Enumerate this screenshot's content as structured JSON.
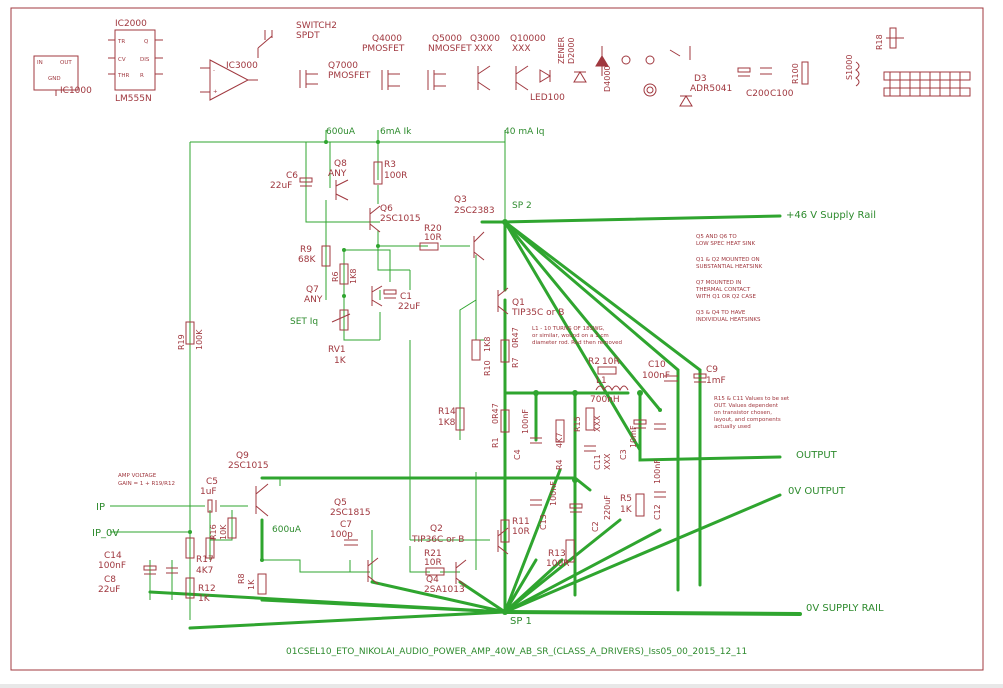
{
  "drawing_title": "01CSEL10_ETO_NIKOLAI_AUDIO_POWER_AMP_40W_AB_SR_(CLASS_A_DRIVERS)_Iss05_00_2015_12_11",
  "library_row": {
    "ic1000": "IC1000",
    "ic2000": "IC2000",
    "lm555": "LM555N",
    "ic3000": "IC3000",
    "switch": "SWITCH2",
    "spdt": "SPDT",
    "q7000": "Q7000",
    "pmosfet1": "PMOSFET",
    "q4000": "Q4000",
    "pmosfet2": "PMOSFET",
    "q5000": "Q5000",
    "nmosfet": "NMOSFET",
    "q3000": "Q3000",
    "q1000": "Q10000",
    "xxx": "XXX",
    "zener": "ZENER",
    "d2000": "D2000",
    "d4000": "D4000",
    "led": "LED100",
    "d3": "D3",
    "adr": "ADR5041",
    "c200": "C200",
    "c100": "C100",
    "r100": "R100",
    "r18": "R18",
    "s1000": "S1000"
  },
  "nets": {
    "i600": "600uA",
    "i6m": "6mA Ik",
    "i40m": "40 mA Iq",
    "sp2": "SP 2",
    "supply": "+46 V Supply Rail",
    "output": "OUTPUT",
    "zero_out": "0V OUTPUT",
    "zero_rail": "0V SUPPLY RAIL",
    "sp1": "SP 1",
    "ip": "IP",
    "ip0": "IP_0V",
    "setiq": "SET Iq",
    "i600b": "600uA"
  },
  "parts": {
    "c6": "C6",
    "c6v": "22uF",
    "q8": "Q8",
    "q8v": "ANY",
    "r3": "R3",
    "r3v": "100R",
    "q6": "Q6",
    "q6v": "2SC1015",
    "r20": "R20",
    "r20v": "10R",
    "q3": "Q3",
    "q3v": "2SC2383",
    "r9": "R9",
    "r9v": "68K",
    "r6": "R6",
    "r6v": "1K8",
    "q7": "Q7",
    "q7v": "ANY",
    "c1": "C1",
    "c1v": "22uF",
    "q1": "Q1",
    "q1v": "TIP35C or B",
    "rv1": "RV1",
    "rv1v": "1K",
    "r19": "R19",
    "r19v": "100K",
    "r10": "R10",
    "r10v": "1K8",
    "r7": "R7",
    "r7v": "0R47",
    "r14": "R14",
    "r14v": "1K8",
    "r1": "R1",
    "r1v": "0R47",
    "c4": "C4",
    "c4v": "100nF",
    "r4": "R4",
    "r4v": "4K7",
    "r15": "R15",
    "r15v": "XXX",
    "c11": "C11",
    "c11v": "XXX",
    "r2": "R2",
    "r2v": "10R",
    "l1": "L1",
    "l1v": "700nH",
    "c10": "C10",
    "c10v": "100nF",
    "c9": "C9",
    "c9v": "1mF",
    "c3": "C3",
    "c3v": "10mF",
    "c12": "C12",
    "c12v": "100nF",
    "r5": "R5",
    "r5v": "1K",
    "c2": "C2",
    "c2v": "220uF",
    "c13": "C13",
    "c13v": "100nF",
    "r11": "R11",
    "r11v": "10R",
    "r13": "R13",
    "r13v": "100R",
    "q9": "Q9",
    "q9v": "2SC1015",
    "c5": "C5",
    "c5v": "1uF",
    "r16": "R16",
    "r16v": "10K",
    "r17": "R17",
    "r17v": "4K7",
    "r12": "R12",
    "r12v": "1K",
    "r8": "R8",
    "r8v": "1K",
    "q5": "Q5",
    "q5v": "2SC1815",
    "c7": "C7",
    "c7v": "100p",
    "q2": "Q2",
    "q2v": "TIP36C or B",
    "r21": "R21",
    "r21v": "10R",
    "q4": "Q4",
    "q4v": "2SA1013",
    "c14": "C14",
    "c14v": "100nF",
    "c8": "C8",
    "c8v": "22uF"
  },
  "notes": {
    "amp_voltage": "AMP VOLTAGE",
    "gain": "GAIN = 1 + R19/R12",
    "l1_note_1": "L1 - 10 TURNS OF 18SWG,",
    "l1_note_2": "or similar, wound on a 1 cm",
    "l1_note_3": "diameter rod. Rod then removed",
    "heat_1": "Q5 AND Q6 TO",
    "heat_2": "LOW SPEC HEAT SINK",
    "heat_3": "Q1 & Q2 MOUNTED ON",
    "heat_4": "SUBSTANTIAL HEATSINK",
    "heat_5": "Q7 MOUNTED IN",
    "heat_6": "THERMAL CONTACT",
    "heat_7": "WITH Q1 OR Q2 CASE",
    "heat_8": "Q3 & Q4 TO HAVE",
    "heat_9": "INDIVIDUAL HEATSINKS",
    "zobel_1": "R15 & C11 Values to be set",
    "zobel_2": "OUT. Values dependent",
    "zobel_3": "on transistor chosen,",
    "zobel_4": "layout, and components",
    "zobel_5": "actually used"
  }
}
